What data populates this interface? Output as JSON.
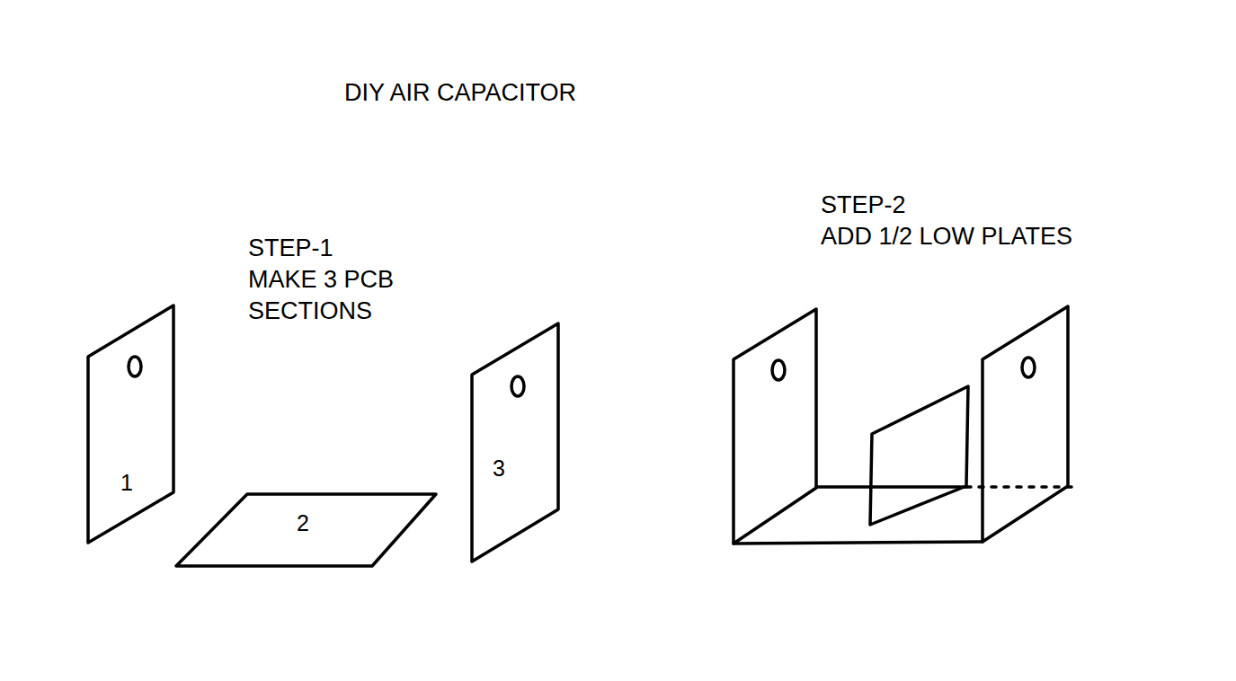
{
  "diagram": {
    "title": "DIY AIR CAPACITOR",
    "nodes": [
      {
        "text": [
          "1"
        ]
      },
      {
        "text": [
          "2"
        ]
      },
      {
        "text": [
          "3"
        ]
      }
    ],
    "labels": [
      "STEP-1",
      "MAKE 3 PCB SECTIONS",
      "STEP-2",
      "ADD 1/2 LOW PLATES"
    ]
  }
}
